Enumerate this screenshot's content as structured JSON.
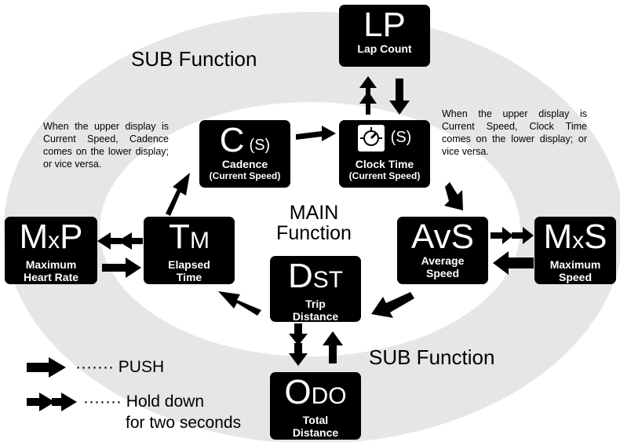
{
  "sub_function_top": "SUB Function",
  "sub_function_bottom": "SUB Function",
  "main_function": [
    "MAIN",
    "Function"
  ],
  "modes": {
    "lap": {
      "abbr": "LP",
      "label": "Lap Count"
    },
    "cadence": {
      "abbr": "C",
      "suffix": "(S)",
      "label": "Cadence",
      "sublabel": "(Current Speed)"
    },
    "clock": {
      "suffix": "(S)",
      "label": "Clock Time",
      "sublabel": "(Current Speed)",
      "icon": "clock-icon"
    },
    "elapsed": {
      "abbr_main": "T",
      "abbr_sub": "M",
      "label1": "Elapsed",
      "label2": "Time"
    },
    "max_hr": {
      "abbr_main": "M",
      "abbr_sub": "x",
      "abbr_end": "P",
      "label1": "Maximum",
      "label2": "Heart Rate"
    },
    "avg_speed": {
      "abbr": "AvS",
      "label1": "Average",
      "label2": "Speed"
    },
    "max_speed": {
      "abbr_main": "M",
      "abbr_sub": "x",
      "abbr_end": "S",
      "label1": "Maximum",
      "label2": "Speed"
    },
    "distance": {
      "abbr_main": "D",
      "abbr_sub": "ST",
      "label1": "Trip",
      "label2": "Distance"
    },
    "odometer": {
      "abbr_main": "O",
      "abbr_sub": "DO",
      "label1": "Total",
      "label2": "Distance"
    }
  },
  "notes": {
    "left": "When the upper display is Current Speed, Cadence comes on the lower display; or vice versa.",
    "right": "When the upper display is Current Speed, Clock Time comes on the lower display; or vice versa."
  },
  "legend": {
    "push": "······· PUSH",
    "hold_line1": "······· Hold down",
    "hold_line2": "for two seconds"
  },
  "colors": {
    "background_ring": "#e6e6e6",
    "box": "#000000",
    "text": "#ffffff"
  }
}
